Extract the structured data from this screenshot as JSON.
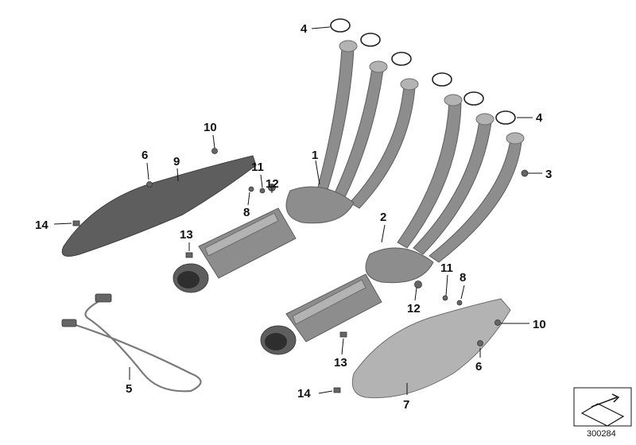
{
  "diagram": {
    "reference_number": "300284",
    "callouts": [
      {
        "id": "c1",
        "label": "1"
      },
      {
        "id": "c2",
        "label": "2"
      },
      {
        "id": "c3",
        "label": "3"
      },
      {
        "id": "c4a",
        "label": "4"
      },
      {
        "id": "c4b",
        "label": "4"
      },
      {
        "id": "c5",
        "label": "5"
      },
      {
        "id": "c6a",
        "label": "6"
      },
      {
        "id": "c6b",
        "label": "6"
      },
      {
        "id": "c7",
        "label": "7"
      },
      {
        "id": "c8a",
        "label": "8"
      },
      {
        "id": "c8b",
        "label": "8"
      },
      {
        "id": "c9",
        "label": "9"
      },
      {
        "id": "c10a",
        "label": "10"
      },
      {
        "id": "c10b",
        "label": "10"
      },
      {
        "id": "c11a",
        "label": "11"
      },
      {
        "id": "c11b",
        "label": "11"
      },
      {
        "id": "c12a",
        "label": "12"
      },
      {
        "id": "c12b",
        "label": "12"
      },
      {
        "id": "c13a",
        "label": "13"
      },
      {
        "id": "c13b",
        "label": "13"
      },
      {
        "id": "c14a",
        "label": "14"
      },
      {
        "id": "c14b",
        "label": "14"
      }
    ]
  }
}
